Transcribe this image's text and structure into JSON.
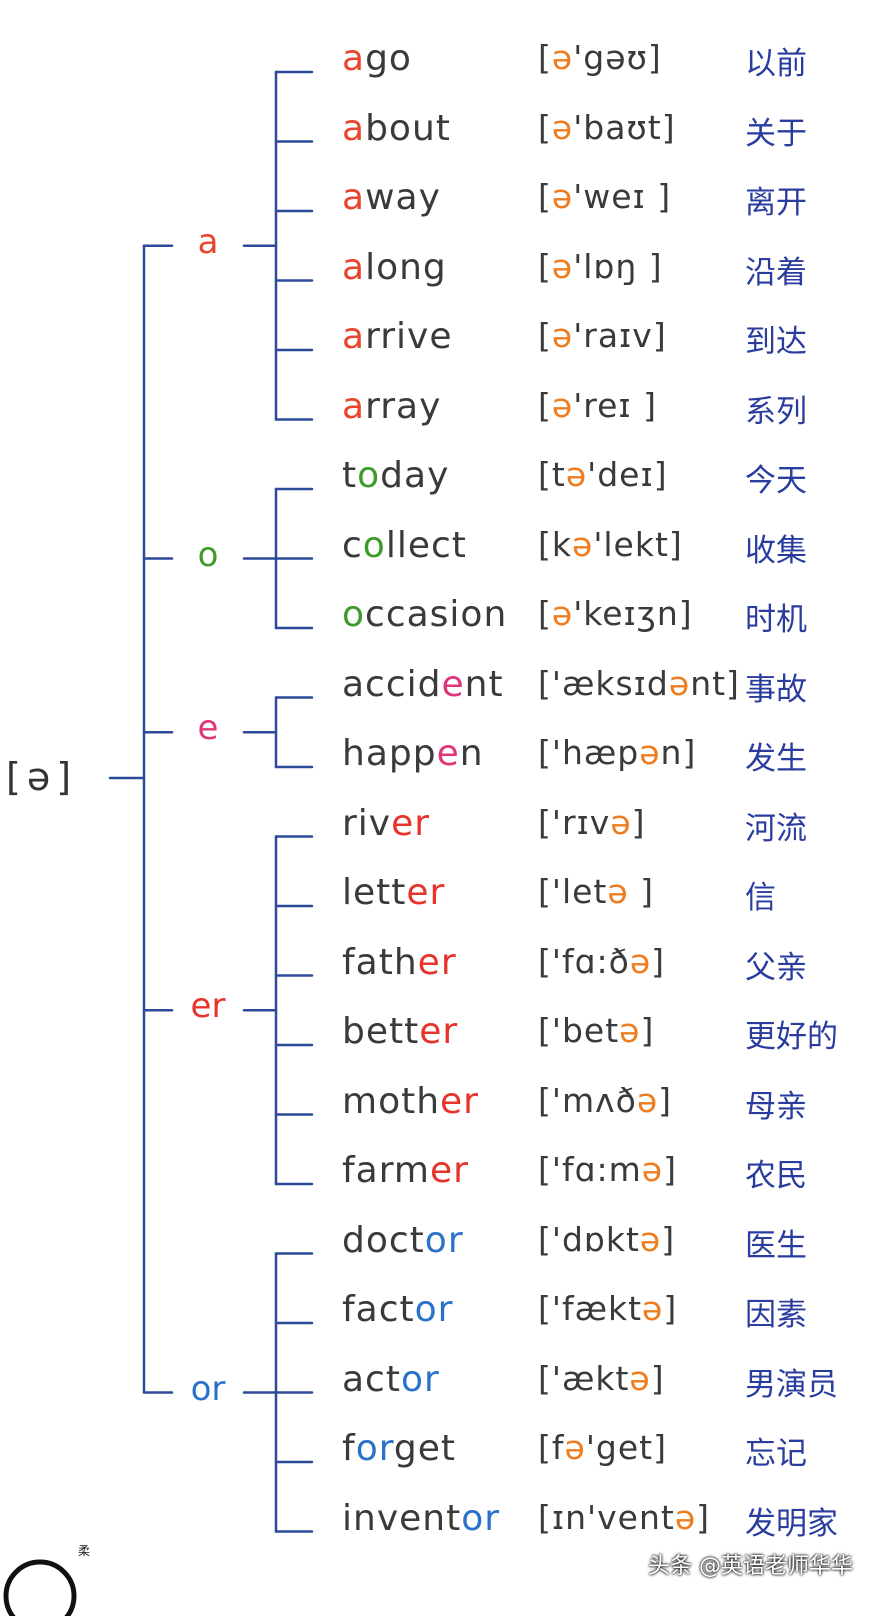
{
  "root": {
    "label": "[ə]"
  },
  "colors": {
    "line": "#2c4a9a",
    "text": "#3a3a3a",
    "zh": "#2a3d9e",
    "a": "#e8452c",
    "o": "#3e9a2a",
    "e": "#e0357a",
    "er": "#e8332a",
    "or": "#2a72c8"
  },
  "groups": [
    {
      "label": "a",
      "color": "#e8452c",
      "words": [
        {
          "parts": [
            {
              "t": "a",
              "h": true
            },
            {
              "t": "go",
              "h": false
            }
          ],
          "ipa": [
            {
              "t": "[",
              "h": false
            },
            {
              "t": "ə",
              "h": true
            },
            {
              "t": "'gəʊ]",
              "h": false
            }
          ],
          "zh": "以前"
        },
        {
          "parts": [
            {
              "t": "a",
              "h": true
            },
            {
              "t": "bout",
              "h": false
            }
          ],
          "ipa": [
            {
              "t": "[",
              "h": false
            },
            {
              "t": "ə",
              "h": true
            },
            {
              "t": "'baʊt]",
              "h": false
            }
          ],
          "zh": "关于"
        },
        {
          "parts": [
            {
              "t": "a",
              "h": true
            },
            {
              "t": "way",
              "h": false
            }
          ],
          "ipa": [
            {
              "t": "[",
              "h": false
            },
            {
              "t": "ə",
              "h": true
            },
            {
              "t": "'weɪ ]",
              "h": false
            }
          ],
          "zh": "离开"
        },
        {
          "parts": [
            {
              "t": "a",
              "h": true
            },
            {
              "t": "long",
              "h": false
            }
          ],
          "ipa": [
            {
              "t": "[",
              "h": false
            },
            {
              "t": "ə",
              "h": true
            },
            {
              "t": "'lɒŋ ]",
              "h": false
            }
          ],
          "zh": "沿着"
        },
        {
          "parts": [
            {
              "t": "a",
              "h": true
            },
            {
              "t": "rrive",
              "h": false
            }
          ],
          "ipa": [
            {
              "t": "[",
              "h": false
            },
            {
              "t": "ə",
              "h": true
            },
            {
              "t": "'raɪv]",
              "h": false
            }
          ],
          "zh": "到达"
        },
        {
          "parts": [
            {
              "t": "a",
              "h": true
            },
            {
              "t": "rray",
              "h": false
            }
          ],
          "ipa": [
            {
              "t": "[",
              "h": false
            },
            {
              "t": "ə",
              "h": true
            },
            {
              "t": "'reɪ ]",
              "h": false
            }
          ],
          "zh": "系列"
        }
      ]
    },
    {
      "label": "o",
      "color": "#3e9a2a",
      "words": [
        {
          "parts": [
            {
              "t": "t",
              "h": false
            },
            {
              "t": "o",
              "h": true
            },
            {
              "t": "day",
              "h": false
            }
          ],
          "ipa": [
            {
              "t": "[t",
              "h": false
            },
            {
              "t": "ə",
              "h": true
            },
            {
              "t": "'deɪ]",
              "h": false
            }
          ],
          "zh": "今天"
        },
        {
          "parts": [
            {
              "t": "c",
              "h": false
            },
            {
              "t": "o",
              "h": true
            },
            {
              "t": "llect",
              "h": false
            }
          ],
          "ipa": [
            {
              "t": "[k",
              "h": false
            },
            {
              "t": "ə",
              "h": true
            },
            {
              "t": "'lekt]",
              "h": false
            }
          ],
          "zh": "收集"
        },
        {
          "parts": [
            {
              "t": "o",
              "h": true
            },
            {
              "t": "ccasion",
              "h": false
            }
          ],
          "ipa": [
            {
              "t": "[",
              "h": false
            },
            {
              "t": "ə",
              "h": true
            },
            {
              "t": "'keɪʒn]",
              "h": false
            }
          ],
          "zh": "时机"
        }
      ]
    },
    {
      "label": "e",
      "color": "#e0357a",
      "words": [
        {
          "parts": [
            {
              "t": "accid",
              "h": false
            },
            {
              "t": "e",
              "h": true
            },
            {
              "t": "nt",
              "h": false
            }
          ],
          "ipa": [
            {
              "t": "['æksɪd",
              "h": false
            },
            {
              "t": "ə",
              "h": true
            },
            {
              "t": "nt]",
              "h": false
            }
          ],
          "zh": "事故"
        },
        {
          "parts": [
            {
              "t": "happ",
              "h": false
            },
            {
              "t": "e",
              "h": true
            },
            {
              "t": "n",
              "h": false
            }
          ],
          "ipa": [
            {
              "t": "['hæp",
              "h": false
            },
            {
              "t": "ə",
              "h": true
            },
            {
              "t": "n]",
              "h": false
            }
          ],
          "zh": "发生"
        }
      ]
    },
    {
      "label": "er",
      "color": "#e8332a",
      "words": [
        {
          "parts": [
            {
              "t": "riv",
              "h": false
            },
            {
              "t": "er",
              "h": true
            }
          ],
          "ipa": [
            {
              "t": "['rɪv",
              "h": false
            },
            {
              "t": "ə",
              "h": true
            },
            {
              "t": "]",
              "h": false
            }
          ],
          "zh": "河流"
        },
        {
          "parts": [
            {
              "t": "lett",
              "h": false
            },
            {
              "t": "er",
              "h": true
            }
          ],
          "ipa": [
            {
              "t": "['let",
              "h": false
            },
            {
              "t": "ə",
              "h": true
            },
            {
              "t": " ]",
              "h": false
            }
          ],
          "zh": "信"
        },
        {
          "parts": [
            {
              "t": "fath",
              "h": false
            },
            {
              "t": "er",
              "h": true
            }
          ],
          "ipa": [
            {
              "t": "['fɑ:ð",
              "h": false
            },
            {
              "t": "ə",
              "h": true
            },
            {
              "t": "]",
              "h": false
            }
          ],
          "zh": "父亲"
        },
        {
          "parts": [
            {
              "t": "bett",
              "h": false
            },
            {
              "t": "er",
              "h": true
            }
          ],
          "ipa": [
            {
              "t": "['bet",
              "h": false
            },
            {
              "t": "ə",
              "h": true
            },
            {
              "t": "]",
              "h": false
            }
          ],
          "zh": "更好的"
        },
        {
          "parts": [
            {
              "t": "moth",
              "h": false
            },
            {
              "t": "er",
              "h": true
            }
          ],
          "ipa": [
            {
              "t": "['mʌð",
              "h": false
            },
            {
              "t": "ə",
              "h": true
            },
            {
              "t": "]",
              "h": false
            }
          ],
          "zh": "母亲"
        },
        {
          "parts": [
            {
              "t": "farm",
              "h": false
            },
            {
              "t": "er",
              "h": true
            }
          ],
          "ipa": [
            {
              "t": "['fɑ:m",
              "h": false
            },
            {
              "t": "ə",
              "h": true
            },
            {
              "t": "]",
              "h": false
            }
          ],
          "zh": "农民"
        }
      ]
    },
    {
      "label": "or",
      "color": "#2a72c8",
      "words": [
        {
          "parts": [
            {
              "t": "doct",
              "h": false
            },
            {
              "t": "or",
              "h": true
            }
          ],
          "ipa": [
            {
              "t": "['dɒkt",
              "h": false
            },
            {
              "t": "ə",
              "h": true
            },
            {
              "t": "]",
              "h": false
            }
          ],
          "zh": "医生"
        },
        {
          "parts": [
            {
              "t": "fact",
              "h": false
            },
            {
              "t": "or",
              "h": true
            }
          ],
          "ipa": [
            {
              "t": "['fækt",
              "h": false
            },
            {
              "t": "ə",
              "h": true
            },
            {
              "t": "]",
              "h": false
            }
          ],
          "zh": "因素"
        },
        {
          "parts": [
            {
              "t": "act",
              "h": false
            },
            {
              "t": "or",
              "h": true
            }
          ],
          "ipa": [
            {
              "t": "['ækt",
              "h": false
            },
            {
              "t": "ə",
              "h": true
            },
            {
              "t": "]",
              "h": false
            }
          ],
          "zh": "男演员"
        },
        {
          "parts": [
            {
              "t": "f",
              "h": false
            },
            {
              "t": "or",
              "h": true
            },
            {
              "t": "get",
              "h": false
            }
          ],
          "ipa": [
            {
              "t": "[f",
              "h": false
            },
            {
              "t": "ə",
              "h": true
            },
            {
              "t": "'get]",
              "h": false
            }
          ],
          "zh": "忘记"
        },
        {
          "parts": [
            {
              "t": "invent",
              "h": false
            },
            {
              "t": "or",
              "h": true
            }
          ],
          "ipa": [
            {
              "t": "[ɪn'vent",
              "h": false
            },
            {
              "t": "ə",
              "h": true
            },
            {
              "t": "]",
              "h": false
            }
          ],
          "zh": "发明家"
        }
      ]
    }
  ],
  "watermark": "头条 @英语老师华华",
  "corner_mark": "柔"
}
